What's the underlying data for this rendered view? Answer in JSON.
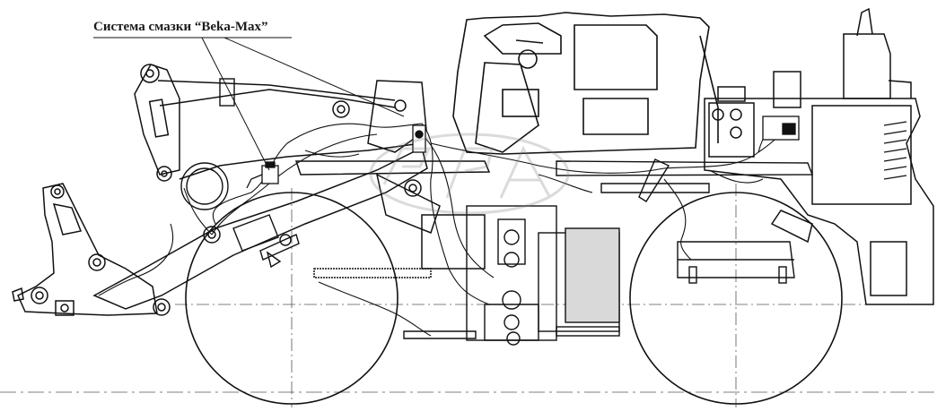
{
  "diagram": {
    "label": "Система смазки “Beka-Max”",
    "subject": "wheel loader lubrication system layout",
    "watermark": "logo"
  }
}
